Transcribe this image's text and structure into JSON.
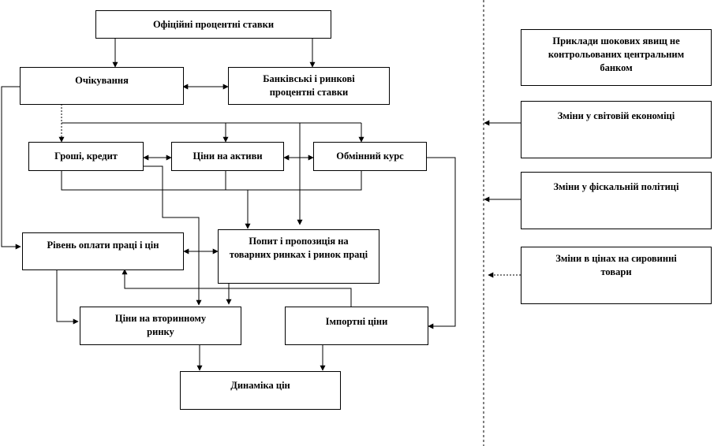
{
  "diagram": {
    "boxes": {
      "official_rates": "Офіційні процентні ставки",
      "expectations": "Очікування",
      "bank_market_rates": "Банківські і ринкові процентні ставки",
      "money_credit": "Гроші, кредит",
      "asset_prices": "Ціни на активи",
      "exchange_rate": "Обмінний курс",
      "wage_price_level": "Рівень оплати праці і цін",
      "supply_demand": "Попит і пропозиція на товарних ринках і ринок праці",
      "secondary_market_prices": "Ціни на вторинному ринку",
      "import_prices": "Імпортні ціни",
      "price_dynamics": "Динаміка цін"
    },
    "side_panel": {
      "title": "Приклади шокових явищ не контрольованих центральним банком",
      "shocks": [
        "Зміни у світовій економіці",
        "Зміни у фіскальній політиці",
        "Зміни в цінах на сировинні товари"
      ]
    }
  }
}
